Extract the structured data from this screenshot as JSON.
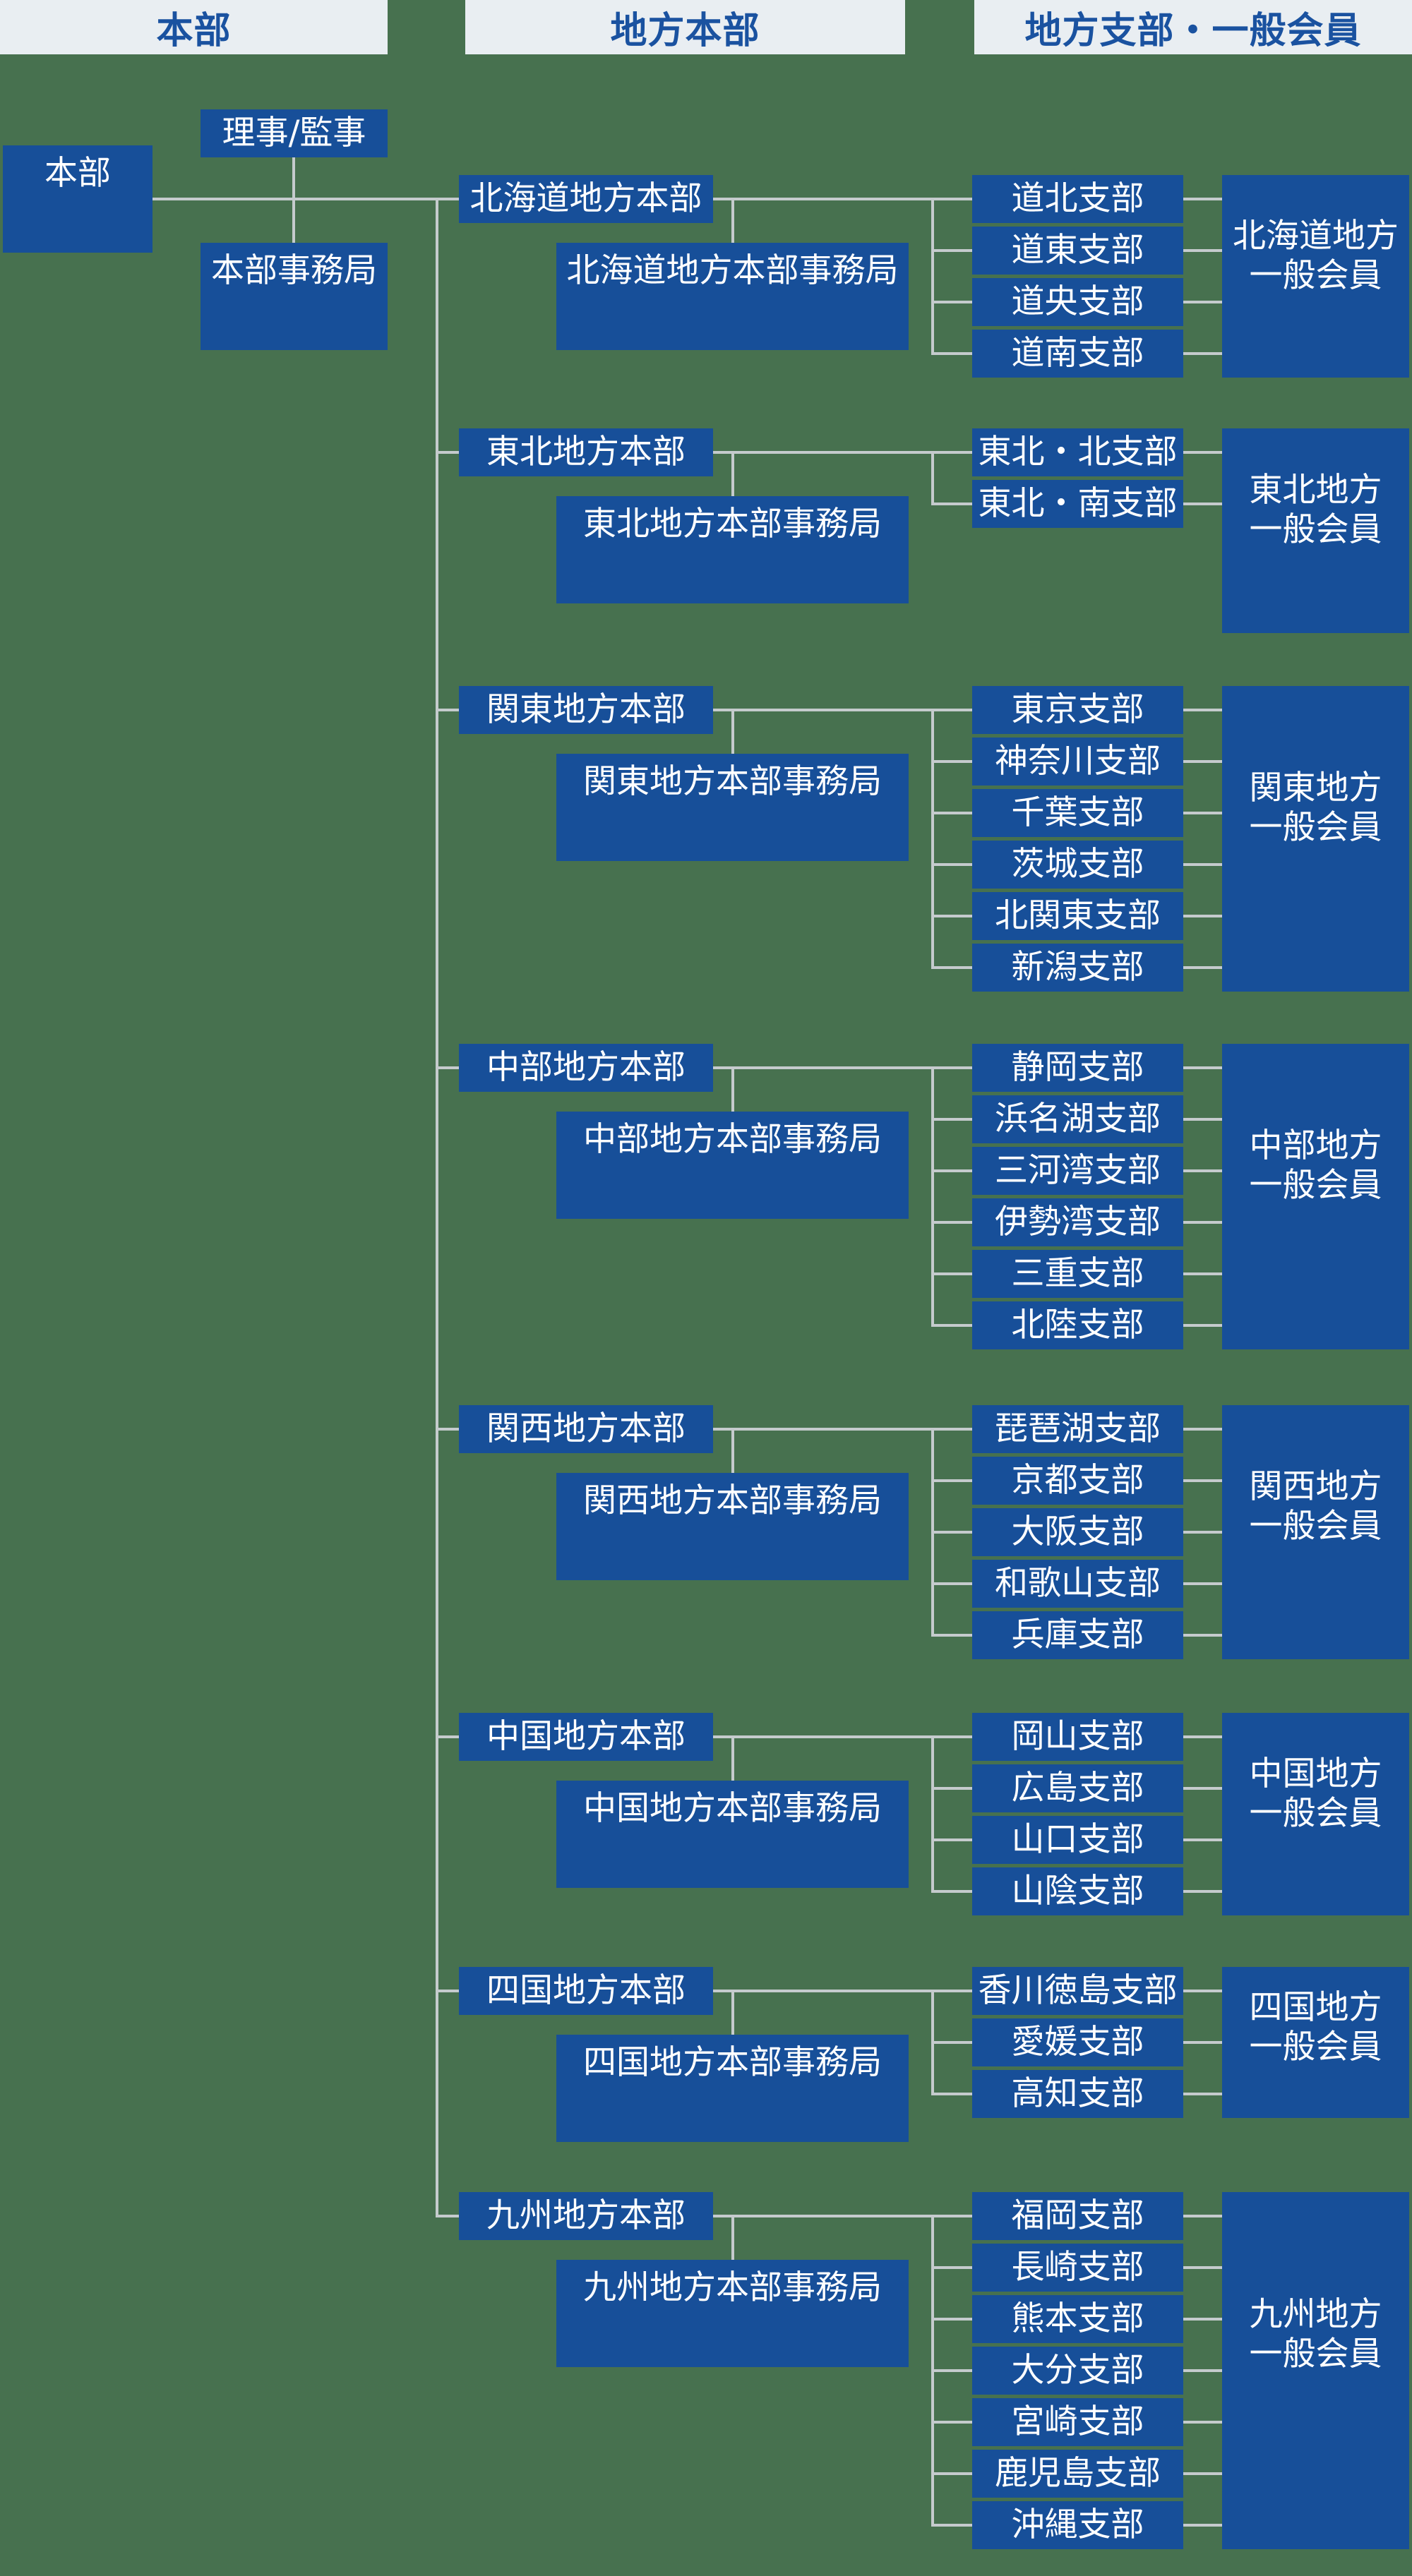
{
  "colors": {
    "background": "#47714F",
    "box_blue": "#174F99",
    "connector_line": "#C5CBCD",
    "header_background": "#E9EEF2",
    "header_text": "#1A52A0",
    "box_text": "#FFFFFF"
  },
  "headers": [
    {
      "label": "本部"
    },
    {
      "label": "地方本部"
    },
    {
      "label": "地方支部・一般会員"
    }
  ],
  "headquarters": {
    "label": "本部",
    "directors_label": "理事/監事",
    "secretariat_label": "本部事務局"
  },
  "regions": [
    {
      "name": "北海道地方本部",
      "secretariat": "北海道地方本部事務局",
      "members_line1": "北海道地方",
      "members_line2": "一般会員",
      "branches": [
        "道北支部",
        "道東支部",
        "道央支部",
        "道南支部"
      ]
    },
    {
      "name": "東北地方本部",
      "secretariat": "東北地方本部事務局",
      "members_line1": "東北地方",
      "members_line2": "一般会員",
      "branches": [
        "東北・北支部",
        "東北・南支部"
      ]
    },
    {
      "name": "関東地方本部",
      "secretariat": "関東地方本部事務局",
      "members_line1": "関東地方",
      "members_line2": "一般会員",
      "branches": [
        "東京支部",
        "神奈川支部",
        "千葉支部",
        "茨城支部",
        "北関東支部",
        "新潟支部"
      ]
    },
    {
      "name": "中部地方本部",
      "secretariat": "中部地方本部事務局",
      "members_line1": "中部地方",
      "members_line2": "一般会員",
      "branches": [
        "静岡支部",
        "浜名湖支部",
        "三河湾支部",
        "伊勢湾支部",
        "三重支部",
        "北陸支部"
      ]
    },
    {
      "name": "関西地方本部",
      "secretariat": "関西地方本部事務局",
      "members_line1": "関西地方",
      "members_line2": "一般会員",
      "branches": [
        "琵琶湖支部",
        "京都支部",
        "大阪支部",
        "和歌山支部",
        "兵庫支部"
      ]
    },
    {
      "name": "中国地方本部",
      "secretariat": "中国地方本部事務局",
      "members_line1": "中国地方",
      "members_line2": "一般会員",
      "branches": [
        "岡山支部",
        "広島支部",
        "山口支部",
        "山陰支部"
      ]
    },
    {
      "name": "四国地方本部",
      "secretariat": "四国地方本部事務局",
      "members_line1": "四国地方",
      "members_line2": "一般会員",
      "branches": [
        "香川徳島支部",
        "愛媛支部",
        "高知支部"
      ]
    },
    {
      "name": "九州地方本部",
      "secretariat": "九州地方本部事務局",
      "members_line1": "九州地方",
      "members_line2": "一般会員",
      "branches": [
        "福岡支部",
        "長崎支部",
        "熊本支部",
        "大分支部",
        "宮崎支部",
        "鹿児島支部",
        "沖縄支部"
      ]
    }
  ]
}
